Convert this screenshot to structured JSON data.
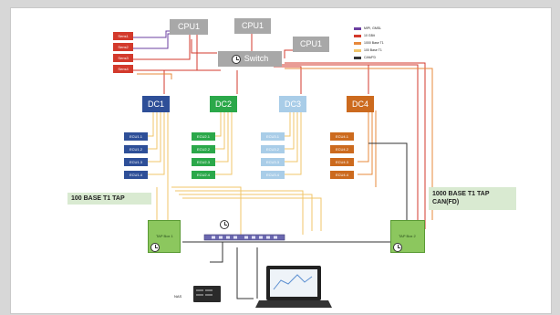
{
  "sensors": [
    "Sens1",
    "Sens2",
    "Sens3",
    "Sens4"
  ],
  "cpus": [
    "CPU1",
    "CPU1",
    "CPU1"
  ],
  "switch_label": "Switch",
  "domain_controllers": [
    {
      "label": "DC1",
      "color": "#2e4f98",
      "ecus": [
        "ECU1.1",
        "ECU1.2",
        "ECU1.3",
        "ECU1.4"
      ],
      "ecu_color": "#2e4f98"
    },
    {
      "label": "DC2",
      "color": "#2ba84a",
      "ecus": [
        "ECU2.1",
        "ECU2.2",
        "ECU2.3",
        "ECU2.4"
      ],
      "ecu_color": "#2ba84a"
    },
    {
      "label": "DC3",
      "color": "#a9cde8",
      "ecus": [
        "ECU3.1",
        "ECU3.2",
        "ECU3.3",
        "ECU3.4"
      ],
      "ecu_color": "#a9cde8"
    },
    {
      "label": "DC4",
      "color": "#cc6a1e",
      "ecus": [
        "ECU4.1",
        "ECU4.2",
        "ECU4.3",
        "ECU4.4"
      ],
      "ecu_color": "#cc6a1e"
    }
  ],
  "legend": [
    {
      "label": "MIPI, GMSL",
      "color": "#6b3fa0"
    },
    {
      "label": "10 GBit",
      "color": "#d33a2c"
    },
    {
      "label": "1000 Base T1",
      "color": "#e7883b"
    },
    {
      "label": "100 Base T1",
      "color": "#f1c56a"
    },
    {
      "label": "CAN/FD",
      "color": "#333333"
    }
  ],
  "tap_left_label": "100 BASE T1 TAP",
  "tap_right_label_line1": "1000 BASE T1 TAP",
  "tap_right_label_line2": "CAN(FD)",
  "tap_box_left": "TAP Box 1",
  "tap_box_right": "TAP Box 2",
  "nas_label": "NAS"
}
